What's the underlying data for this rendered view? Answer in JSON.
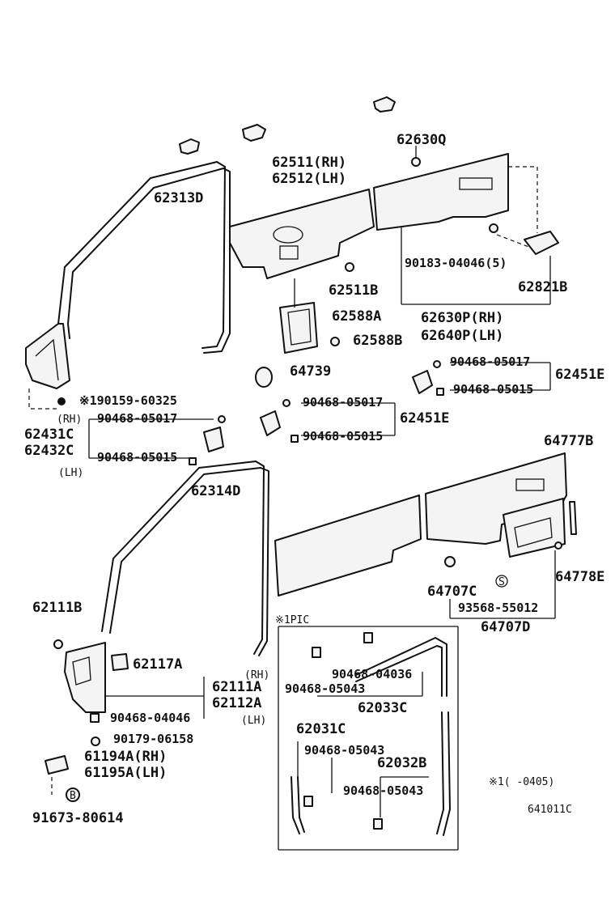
{
  "labels": {
    "p62630Q": "62630Q",
    "p62511RH": "62511(RH)",
    "p62512LH": "62512(LH)",
    "p62313D": "62313D",
    "p90183": "90183-04046(5)",
    "p62821B": "62821B",
    "p62511B": "62511B",
    "p62588A": "62588A",
    "p62588B": "62588B",
    "p62630P": "62630P(RH)",
    "p62640P": "62640P(LH)",
    "p64739": "64739",
    "p90468_05017_a": "90468-05017",
    "p62451E_a": "62451E",
    "p90468_05015_a": "90468-05015",
    "p90159": "※190159-60325",
    "rh_a": "(RH)",
    "p90468_05017_b": "90468-05017",
    "p62431C": "62431C",
    "p62432C": "62432C",
    "p90468_05017_c": "90468-05017",
    "p62451E_b": "62451E",
    "p90468_05015_b": "90468-05015",
    "p90468_05015_c": "90468-05015",
    "lh_a": "(LH)",
    "p64777B": "64777B",
    "p62314D": "62314D",
    "p62111B": "62111B",
    "p64707C": "64707C",
    "p64778E": "64778E",
    "p93568": "93568-55012",
    "p64707D": "64707D",
    "pic_note": "※1PIC",
    "p62117A": "62117A",
    "rh_b": "(RH)",
    "p62111A": "62111A",
    "p62112A": "62112A",
    "lh_b": "(LH)",
    "p90468_04036": "90468-04036",
    "p90468_05043_a": "90468-05043",
    "p62033C": "62033C",
    "p90468_04046": "90468-04046",
    "p62031C": "62031C",
    "p90179": "90179-06158",
    "p90468_05043_b": "90468-05043",
    "p62032B": "62032B",
    "p61194A": "61194A(RH)",
    "p61195A": "61195A(LH)",
    "p90468_05043_c": "90468-05043",
    "footnote": "※1(   -0405)",
    "p91673": "91673-80614",
    "diagram_code": "641011C",
    "s_mark": "S",
    "b_mark": "B"
  }
}
